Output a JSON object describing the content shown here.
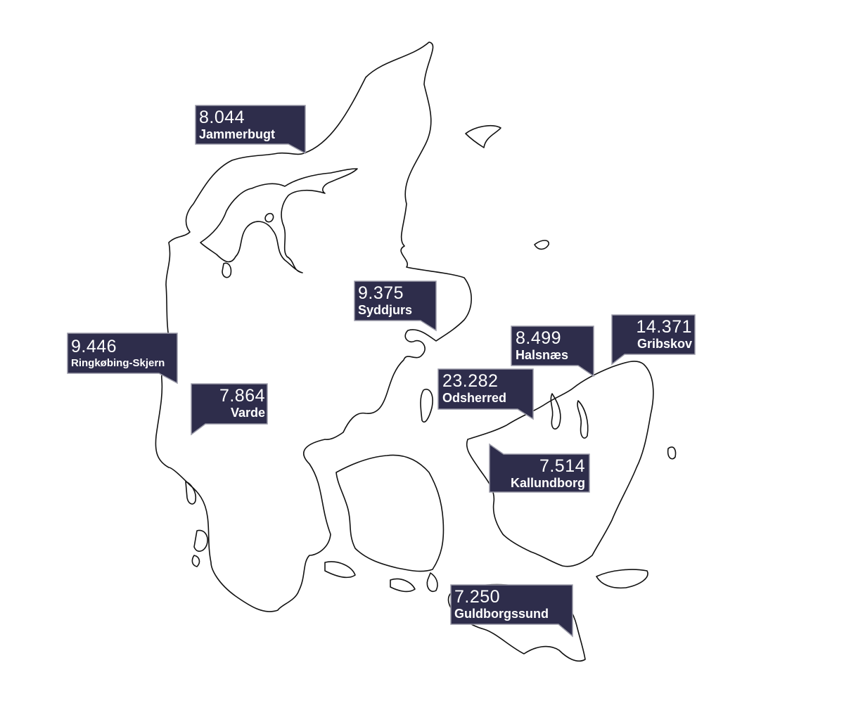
{
  "map": {
    "colors": {
      "callout_fill": "#2e2d4b",
      "coast_stroke": "#111111",
      "background": "#ffffff"
    },
    "callouts": [
      {
        "id": "jammerbugt",
        "value": "8.044",
        "name": "Jammerbugt"
      },
      {
        "id": "syddjurs",
        "value": "9.375",
        "name": "Syddjurs"
      },
      {
        "id": "ringkobing-skjern",
        "value": "9.446",
        "name": "Ringkøbing-Skjern"
      },
      {
        "id": "varde",
        "value": "7.864",
        "name": "Varde"
      },
      {
        "id": "halsnaes",
        "value": "8.499",
        "name": "Halsnæs"
      },
      {
        "id": "gribskov",
        "value": "14.371",
        "name": "Gribskov"
      },
      {
        "id": "odsherred",
        "value": "23.282",
        "name": "Odsherred"
      },
      {
        "id": "kallundborg",
        "value": "7.514",
        "name": "Kallundborg"
      },
      {
        "id": "guldborgssund",
        "value": "7.250",
        "name": "Guldborgssund"
      }
    ]
  }
}
